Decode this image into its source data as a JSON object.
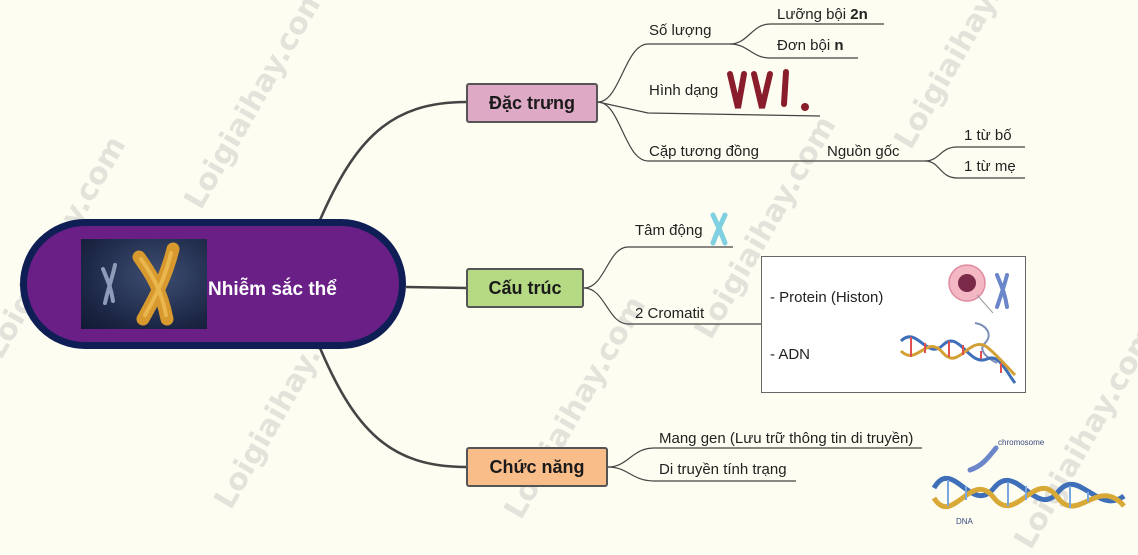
{
  "root": {
    "title": "Nhiễm sắc thể"
  },
  "branches": {
    "dac_trung": {
      "label": "Đặc trưng",
      "so_luong": "Số lượng",
      "luong_boi": "Lưỡng bội",
      "luong_boi_value": "2n",
      "don_boi": "Đơn bội",
      "don_boi_value": "n",
      "hinh_dang": "Hình dạng",
      "cap_tuong_dong": "Cặp tương đồng",
      "nguon_goc": "Nguồn gốc",
      "tu_bo": "1 từ bố",
      "tu_me": "1 từ mẹ"
    },
    "cau_truc": {
      "label": "Cấu trúc",
      "tam_dong": "Tâm động",
      "cromatit": "2 Cromatit",
      "protein": "- Protein (Histon)",
      "adn": "- ADN"
    },
    "chuc_nang": {
      "label": "Chức năng",
      "mang_gen": "Mang gen (Lưu trữ thông tin di truyền)",
      "di_truyen": "Di truyền tính trạng"
    }
  },
  "image_labels": {
    "chromosome": "chromosome",
    "dna": "DNA"
  },
  "watermark": "Loigiaihay.com",
  "colors": {
    "root_fill": "#6a1f87",
    "root_border": "#0f1f55",
    "dac_trung": "#dea9c4",
    "cau_truc": "#b5da83",
    "chuc_nang": "#f9bd8a",
    "line": "#444444"
  }
}
